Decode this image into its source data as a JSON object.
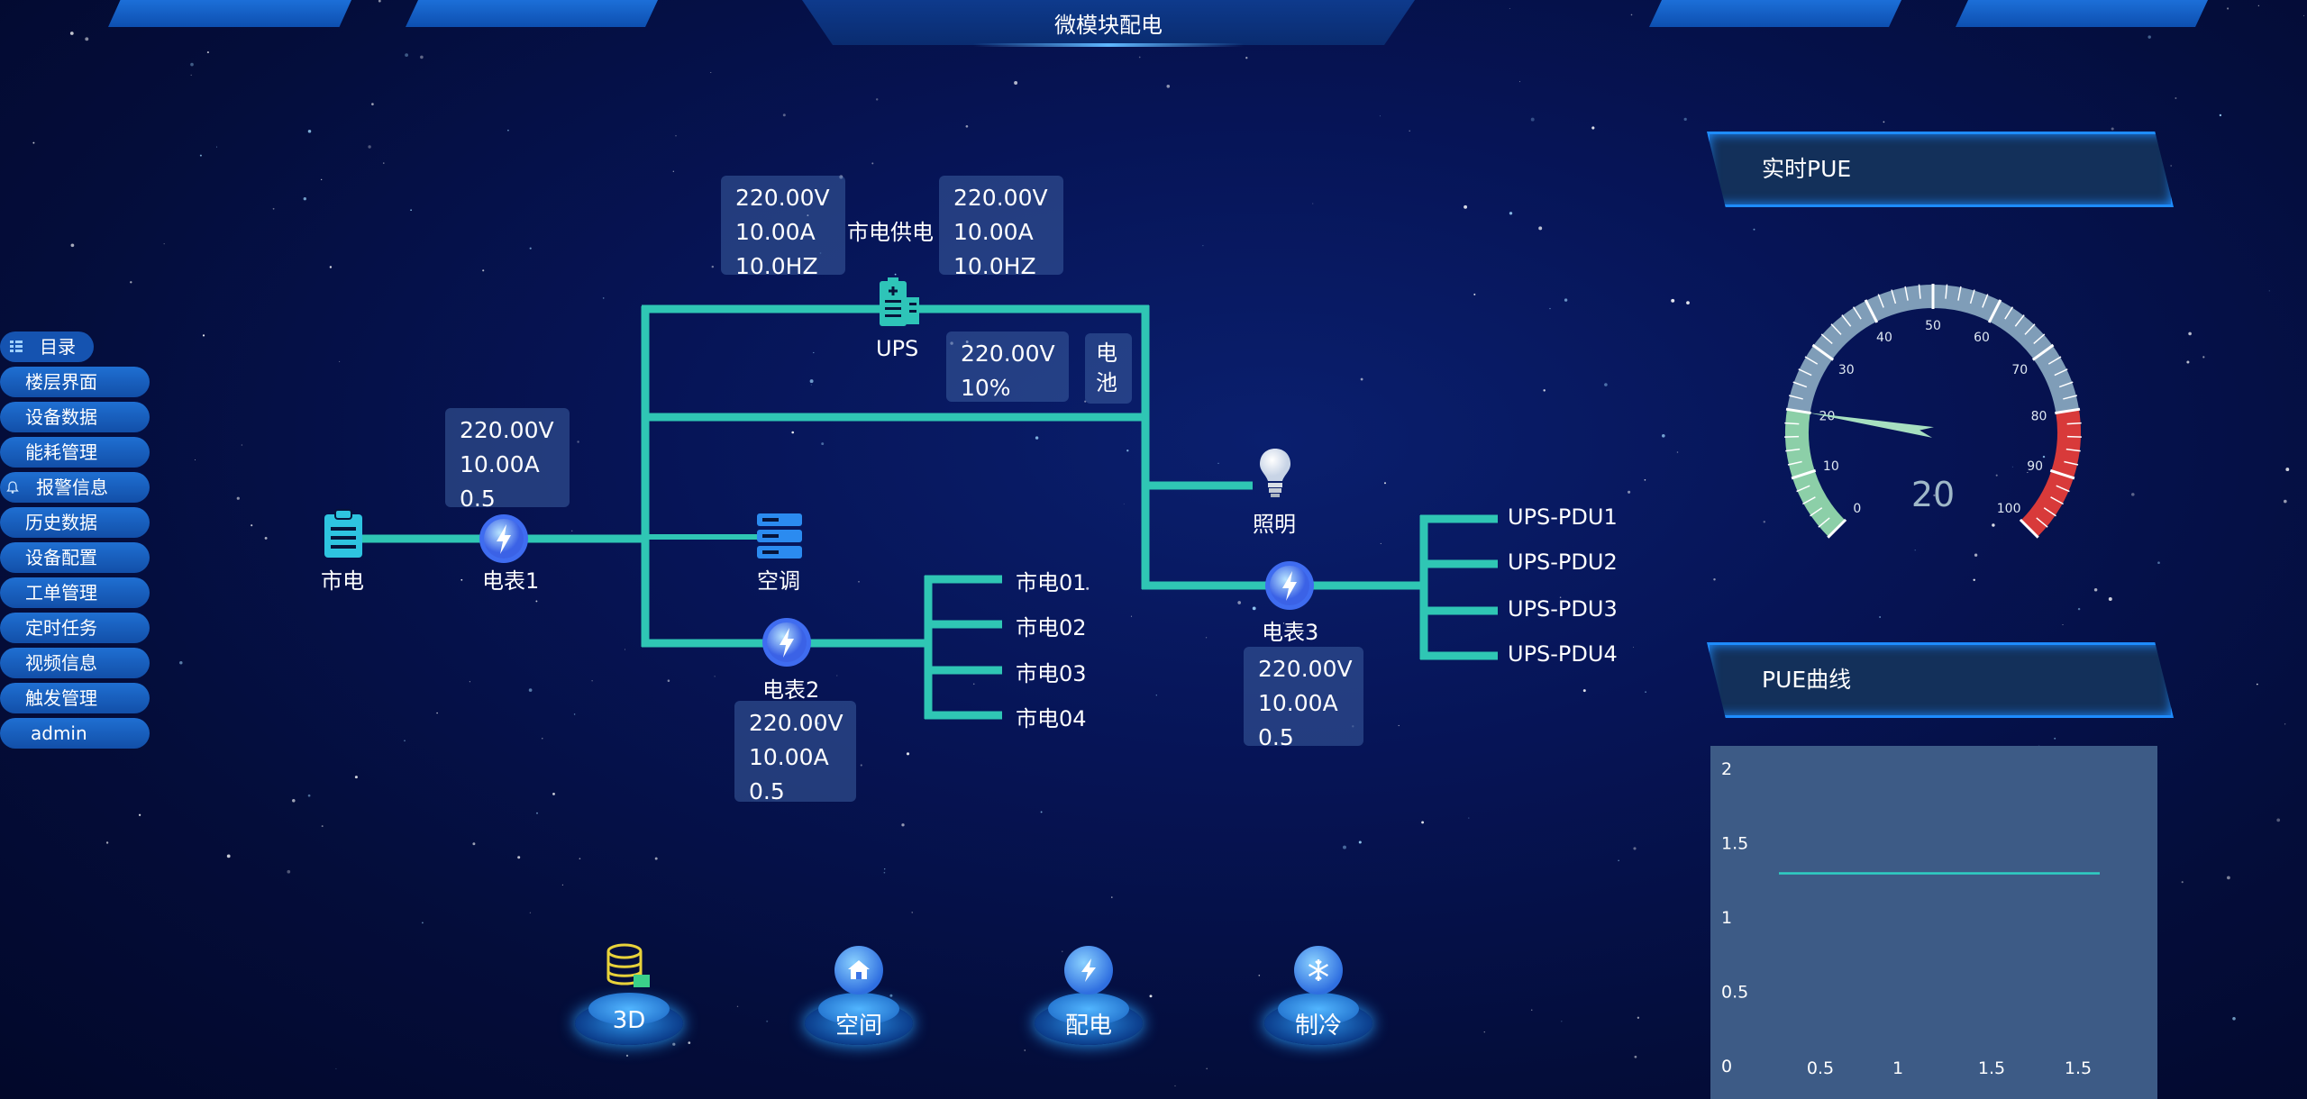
{
  "header": {
    "title": "微模块配电"
  },
  "nav": {
    "items": [
      "目录",
      "楼层界面",
      "设备数据",
      "能耗管理",
      "报警信息",
      "历史数据",
      "设备配置",
      "工单管理",
      "定时任务",
      "视频信息",
      "触发管理",
      "admin"
    ]
  },
  "diagram": {
    "mains_label": "市电",
    "meter1": {
      "label": "电表1",
      "voltage": "220.00V",
      "current": "10.00A",
      "factor": "0.5"
    },
    "mains_supply_label": "市电供电",
    "supply_in": {
      "voltage": "220.00V",
      "current": "10.00A",
      "freq": "10.0HZ"
    },
    "supply_out": {
      "voltage": "220.00V",
      "current": "10.00A",
      "freq": "10.0HZ"
    },
    "ups": {
      "label": "UPS",
      "voltage": "220.00V",
      "percent": "10%"
    },
    "battery_label": "电池",
    "aircon_label": "空调",
    "meter2": {
      "label": "电表2",
      "voltage": "220.00V",
      "current": "10.00A",
      "factor": "0.5"
    },
    "mains_outputs": [
      "市电01",
      "市电02",
      "市电03",
      "市电04"
    ],
    "lighting_label": "照明",
    "meter3": {
      "label": "电表3",
      "voltage": "220.00V",
      "current": "10.00A",
      "factor": "0.5"
    },
    "pdu_outputs": [
      "UPS-PDU1",
      "UPS-PDU2",
      "UPS-PDU3",
      "UPS-PDU4"
    ]
  },
  "pue_realtime": {
    "title": "实时PUE",
    "value": 20,
    "value_text": "20",
    "ticks": [
      "0",
      "10",
      "20",
      "30",
      "40",
      "50",
      "60",
      "70",
      "80",
      "90",
      "100"
    ]
  },
  "pue_curve": {
    "title": "PUE曲线"
  },
  "chart_data": {
    "type": "line",
    "title": "PUE曲线",
    "y_ticks": [
      "2",
      "1.5",
      "1",
      "0.5",
      "0"
    ],
    "x_ticks": [
      "0.5",
      "1",
      "1.5",
      "1.5"
    ],
    "ylim": [
      0,
      2
    ],
    "series": [
      {
        "name": "PUE",
        "values": [
          1.3,
          1.3
        ]
      }
    ],
    "colors": {
      "line": "#2ecfc4"
    }
  },
  "bottom_nav": [
    {
      "label": "3D",
      "icon": "database-icon"
    },
    {
      "label": "空间",
      "icon": "home-icon"
    },
    {
      "label": "配电",
      "icon": "lightning-icon"
    },
    {
      "label": "制冷",
      "icon": "snowflake-icon"
    }
  ],
  "colors": {
    "wire": "#2fc6b4",
    "accent": "#1e8cff",
    "needle": "#a7e0c0"
  }
}
